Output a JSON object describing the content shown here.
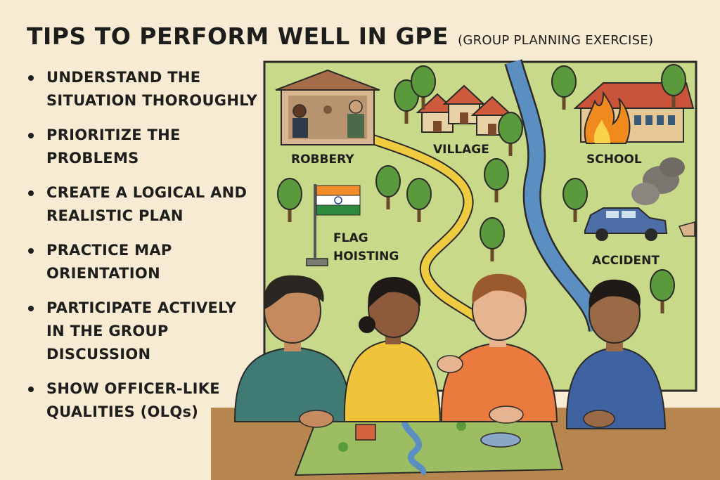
{
  "header": {
    "title": "TIPS TO PERFORM WELL IN GPE",
    "subtitle": "(GROUP PLANNING EXERCISE)"
  },
  "tips": [
    [
      "UNDERSTAND THE",
      "SITUATION THOROUGHLY"
    ],
    [
      "PRIORITIZE THE",
      "PROBLEMS"
    ],
    [
      "CREATE A LOGICAL AND",
      "REALISTIC PLAN"
    ],
    [
      "PRACTICE MAP",
      "ORIENTATION"
    ],
    [
      "PARTICIPATE ACTIVELY",
      "IN THE GROUP",
      "DISCUSSION"
    ],
    [
      "SHOW OFFICER-LIKE",
      "QUALITIES (OLQs)"
    ]
  ],
  "map": {
    "labels": {
      "robbery": "ROBBERY",
      "village": "VILLAGE",
      "school": "SCHOOL",
      "flag": [
        "FLAG",
        "HOISTING"
      ],
      "accident": "ACCIDENT"
    },
    "icons": [
      "robbery-scene-icon",
      "village-houses-icon",
      "burning-school-icon",
      "indian-flag-icon",
      "car-accident-icon",
      "river-icon",
      "tree-icon"
    ]
  },
  "colors": {
    "background": "#f7ecd3",
    "map": "#c9d98a",
    "river": "#5b8fc2",
    "path": "#efcb3f",
    "tree": "#5b9a3c",
    "fire": "#f08a1e",
    "outline": "#2a2a28"
  }
}
